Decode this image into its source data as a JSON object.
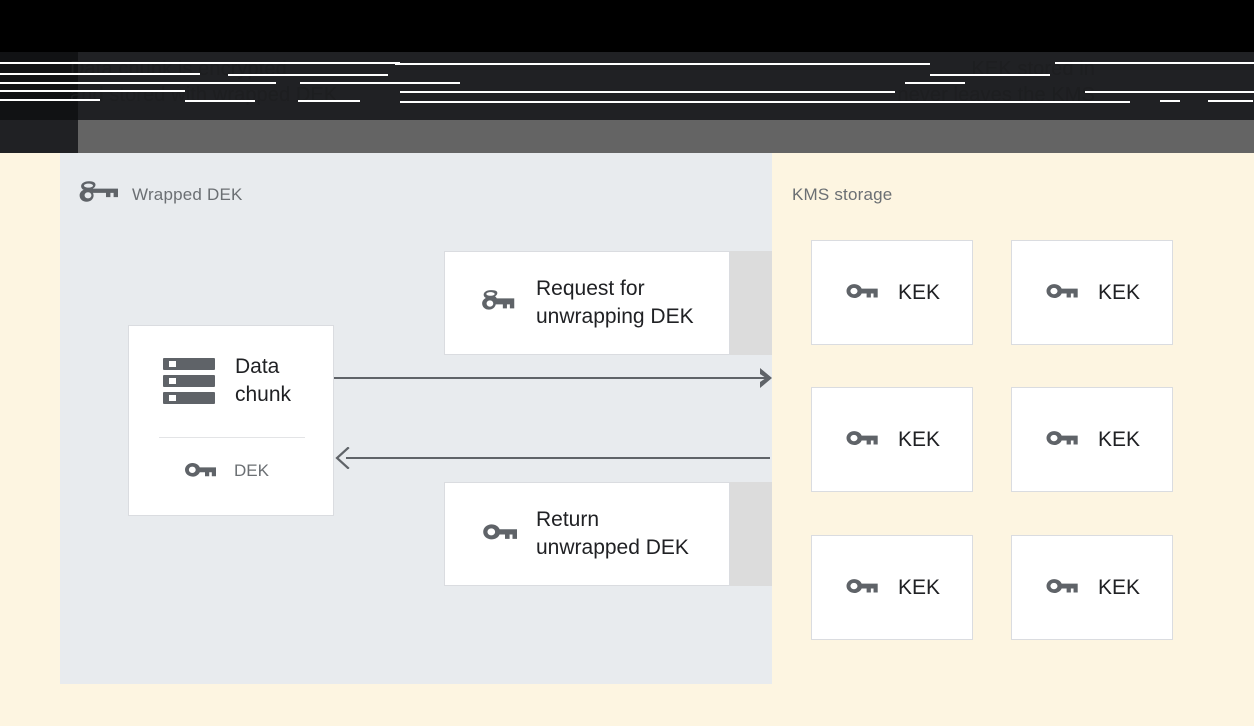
{
  "header": {
    "left_caption": "Data chunk is encrypted\nand stored with wrapped DEK",
    "right_caption": "KEK stored in\nnever leaves the KMS",
    "bar_color": "#202124",
    "strip_color": "#646464"
  },
  "left_panel": {
    "title": "Wrapped DEK",
    "title_icon": "wrapped-key-icon",
    "background": "#e8ebee",
    "data_card": {
      "icon": "storage-icon",
      "label": "Data\nchunk",
      "key_icon": "key-icon",
      "key_label": "DEK"
    },
    "messages": [
      {
        "id": "request",
        "icon": "wrapped-key-icon",
        "label": "Request for\nunwrapping DEK"
      },
      {
        "id": "return",
        "icon": "key-icon",
        "label": "Return\nunwrapped DEK"
      }
    ],
    "arrows": [
      {
        "id": "arrow-right",
        "direction": "right",
        "head": "filled"
      },
      {
        "id": "arrow-left",
        "direction": "left",
        "head": "open"
      }
    ]
  },
  "right_panel": {
    "title": "KMS storage",
    "background": "#fdf5e1",
    "kek_cards": [
      {
        "icon": "key-icon",
        "label": "KEK"
      },
      {
        "icon": "key-icon",
        "label": "KEK"
      },
      {
        "icon": "key-icon",
        "label": "KEK"
      },
      {
        "icon": "key-icon",
        "label": "KEK"
      },
      {
        "icon": "key-icon",
        "label": "KEK"
      },
      {
        "icon": "key-icon",
        "label": "KEK"
      }
    ]
  },
  "colors": {
    "icon_gray": "#5f6368",
    "text_dark": "#202124",
    "text_muted": "#6b6f73",
    "card_border": "#dadce0",
    "card_extension": "#dcdcdc",
    "arrow": "#5f6368"
  }
}
